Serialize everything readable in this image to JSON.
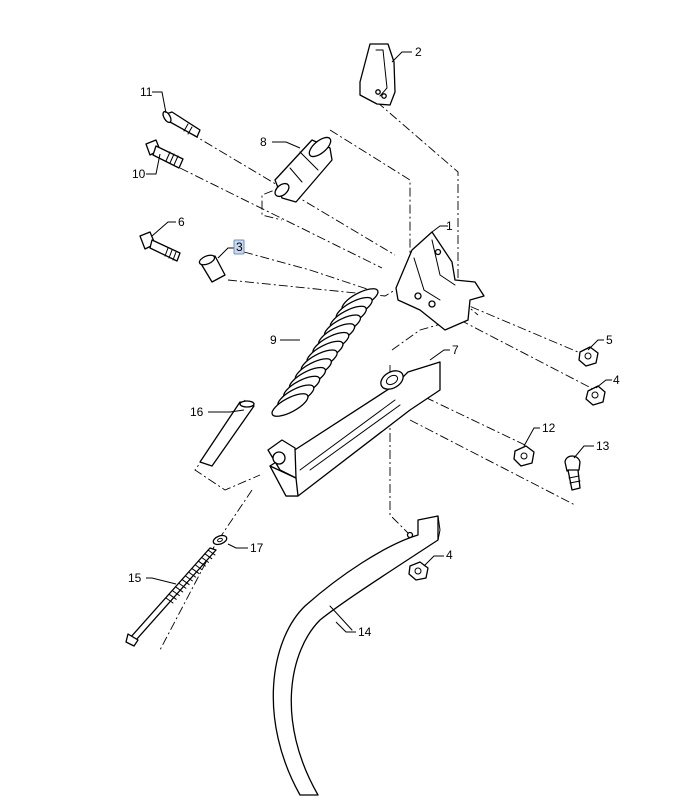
{
  "callouts": [
    {
      "id": "1",
      "label": "1"
    },
    {
      "id": "2",
      "label": "2"
    },
    {
      "id": "3",
      "label": "3",
      "highlighted": true
    },
    {
      "id": "4a",
      "label": "4"
    },
    {
      "id": "4b",
      "label": "4"
    },
    {
      "id": "5",
      "label": "5"
    },
    {
      "id": "6",
      "label": "6"
    },
    {
      "id": "7",
      "label": "7"
    },
    {
      "id": "8",
      "label": "8"
    },
    {
      "id": "9",
      "label": "9"
    },
    {
      "id": "10",
      "label": "10"
    },
    {
      "id": "11",
      "label": "11"
    },
    {
      "id": "12",
      "label": "12"
    },
    {
      "id": "13",
      "label": "13"
    },
    {
      "id": "14",
      "label": "14"
    },
    {
      "id": "15",
      "label": "15"
    },
    {
      "id": "16",
      "label": "16"
    },
    {
      "id": "17",
      "label": "17"
    }
  ],
  "colors": {
    "line": "#000000",
    "highlight": "#c9d8ee",
    "highlight_border": "#6f8fbf"
  }
}
